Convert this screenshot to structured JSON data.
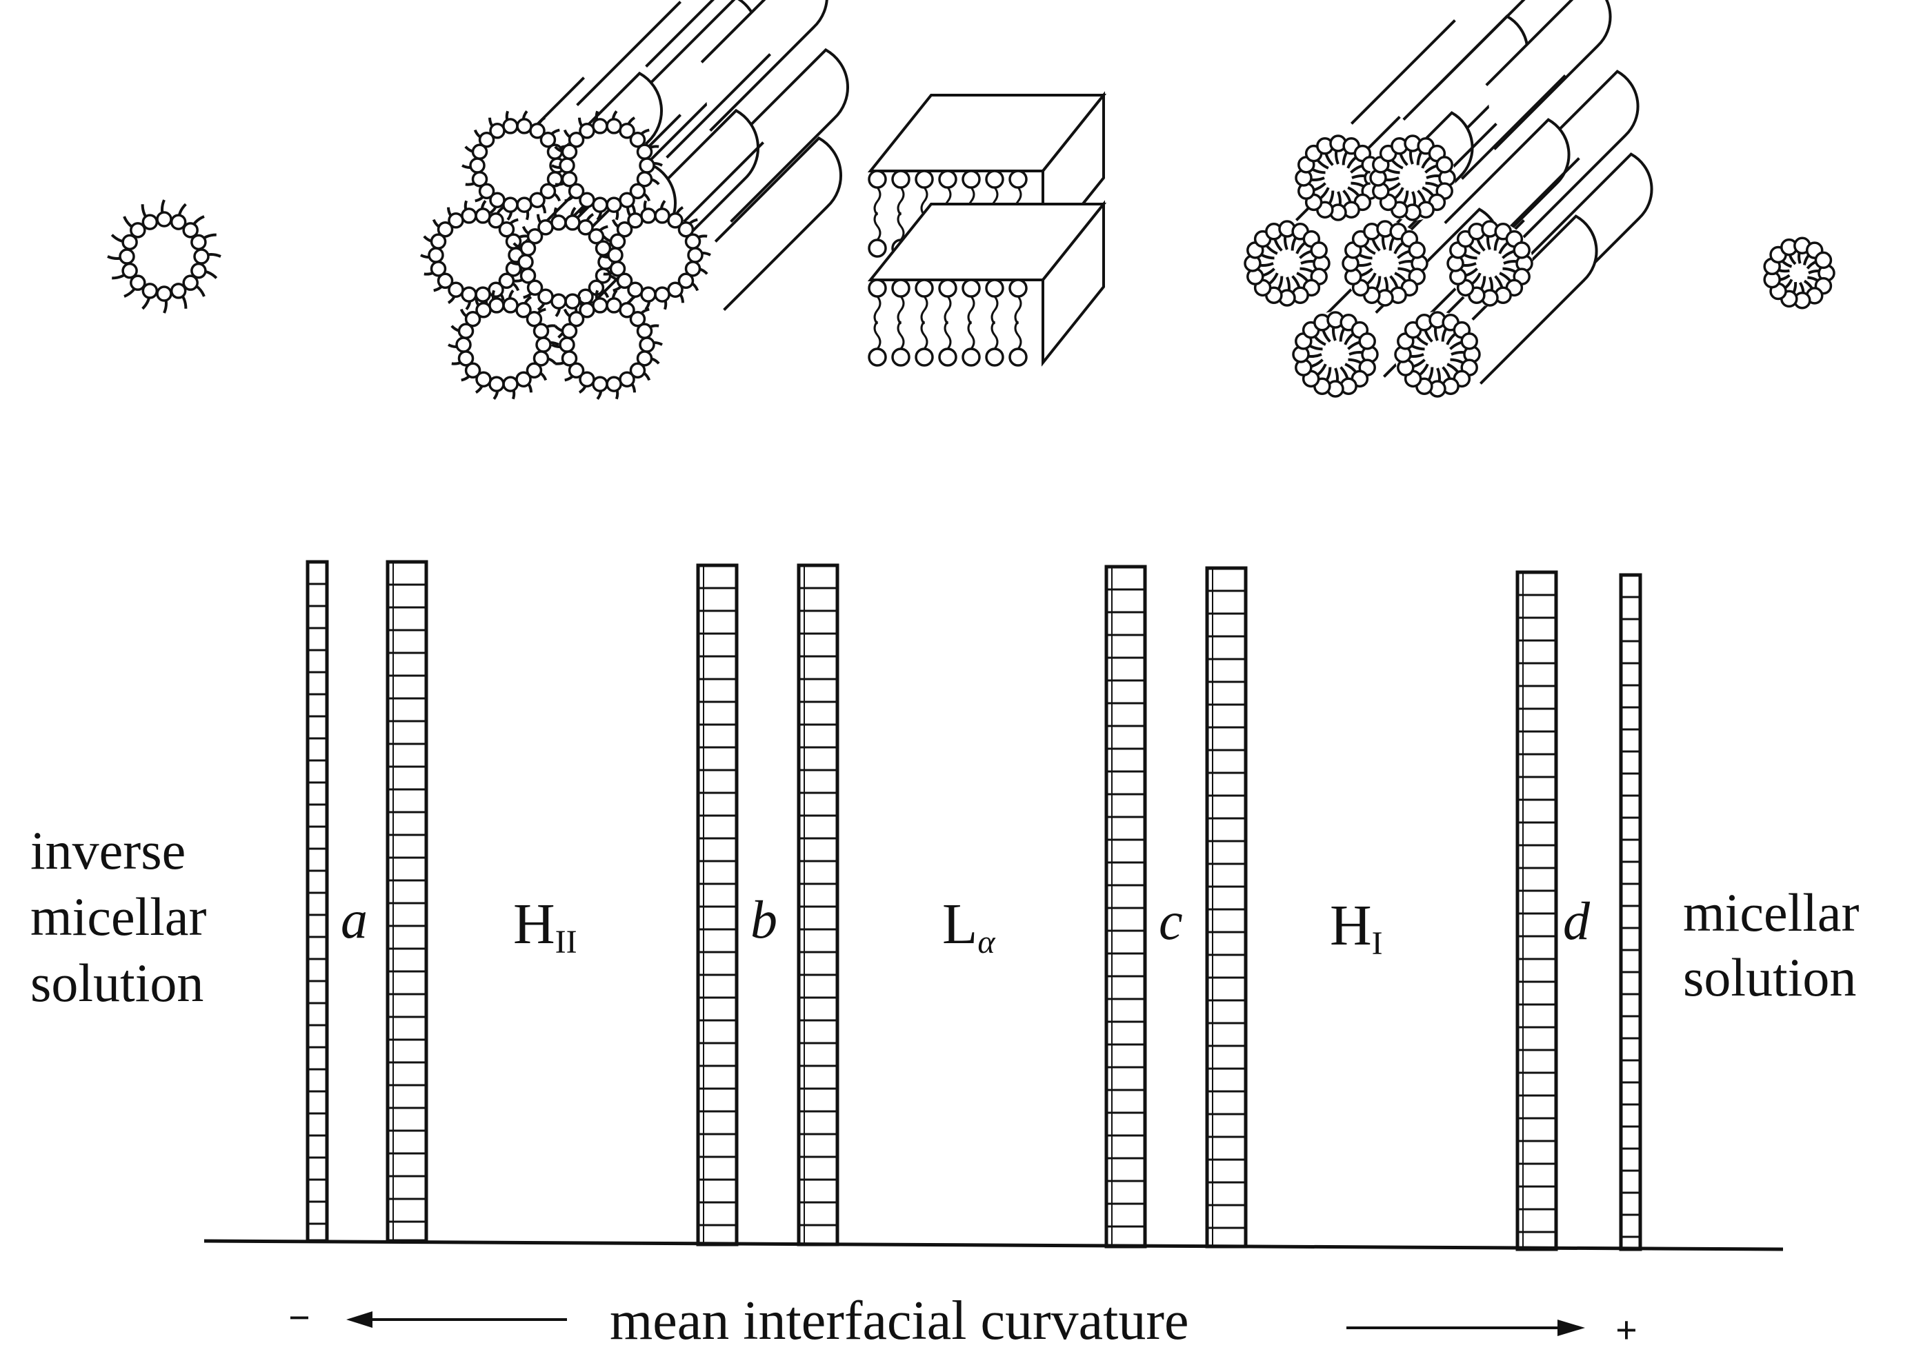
{
  "left_label": [
    "inverse",
    "micellar",
    "solution"
  ],
  "right_label": [
    "micellar",
    "solution"
  ],
  "columns": [
    {
      "letter": "a"
    },
    {
      "letter": "b"
    },
    {
      "letter": "c"
    },
    {
      "letter": "d"
    }
  ],
  "phases": [
    {
      "main": "H",
      "sub": "II"
    },
    {
      "main": "L",
      "sub": "α"
    },
    {
      "main": "H",
      "sub": "I"
    }
  ],
  "axis": {
    "label": "mean interfacial curvature",
    "minus": "−",
    "plus": "+"
  },
  "structures": [
    {
      "name": "inverse-micelle"
    },
    {
      "name": "inverse-hexagonal-cylinders"
    },
    {
      "name": "lamellar-bilayers"
    },
    {
      "name": "normal-hexagonal-cylinders"
    },
    {
      "name": "normal-micelle"
    }
  ]
}
